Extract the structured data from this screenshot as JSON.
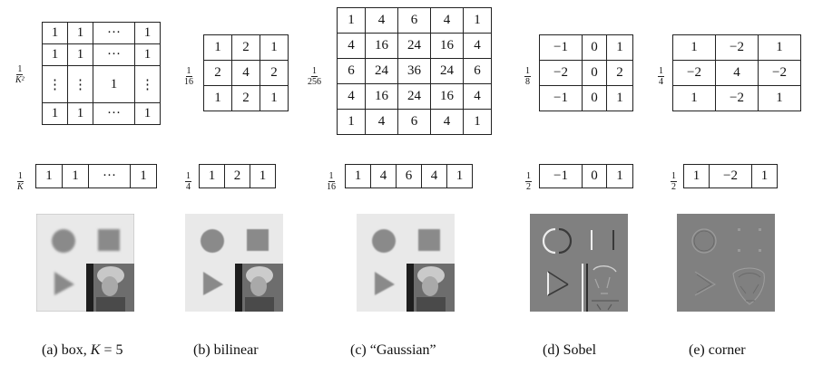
{
  "panels": [
    {
      "id": "box",
      "kernel2d": {
        "scale_num": "1",
        "scale_den": "K²",
        "rows": [
          [
            "1",
            "1",
            "···",
            "1"
          ],
          [
            "1",
            "1",
            "···",
            "1"
          ],
          [
            "⋮",
            "⋮",
            "1",
            "⋮"
          ],
          [
            "1",
            "1",
            "···",
            "1"
          ]
        ]
      },
      "kernel1d": {
        "scale_num": "1",
        "scale_den": "K",
        "cells": [
          "1",
          "1",
          "···",
          "1"
        ]
      },
      "caption_pre": "(a) box, ",
      "caption_var": "K",
      "caption_post": " = 5"
    },
    {
      "id": "bilinear",
      "kernel2d": {
        "scale_num": "1",
        "scale_den": "16",
        "rows": [
          [
            "1",
            "2",
            "1"
          ],
          [
            "2",
            "4",
            "2"
          ],
          [
            "1",
            "2",
            "1"
          ]
        ]
      },
      "kernel1d": {
        "scale_num": "1",
        "scale_den": "4",
        "cells": [
          "1",
          "2",
          "1"
        ]
      },
      "caption": "(b) bilinear"
    },
    {
      "id": "gaussian",
      "kernel2d": {
        "scale_num": "1",
        "scale_den": "256",
        "rows": [
          [
            "1",
            "4",
            "6",
            "4",
            "1"
          ],
          [
            "4",
            "16",
            "24",
            "16",
            "4"
          ],
          [
            "6",
            "24",
            "36",
            "24",
            "6"
          ],
          [
            "4",
            "16",
            "24",
            "16",
            "4"
          ],
          [
            "1",
            "4",
            "6",
            "4",
            "1"
          ]
        ]
      },
      "kernel1d": {
        "scale_num": "1",
        "scale_den": "16",
        "cells": [
          "1",
          "4",
          "6",
          "4",
          "1"
        ]
      },
      "caption": "(c) “Gaussian”"
    },
    {
      "id": "sobel",
      "kernel2d": {
        "scale_num": "1",
        "scale_den": "8",
        "rows": [
          [
            "−1",
            "0",
            "1"
          ],
          [
            "−2",
            "0",
            "2"
          ],
          [
            "−1",
            "0",
            "1"
          ]
        ]
      },
      "kernel1d": {
        "scale_num": "1",
        "scale_den": "2",
        "cells": [
          "−1",
          "0",
          "1"
        ]
      },
      "caption": "(d) Sobel"
    },
    {
      "id": "corner",
      "kernel2d": {
        "scale_num": "1",
        "scale_den": "4",
        "rows": [
          [
            "1",
            "−2",
            "1"
          ],
          [
            "−2",
            "4",
            "−2"
          ],
          [
            "1",
            "−2",
            "1"
          ]
        ]
      },
      "kernel1d": {
        "scale_num": "1",
        "scale_den": "2",
        "cells": [
          "1",
          "−2",
          "1"
        ]
      },
      "caption": "(e) corner"
    }
  ],
  "colors": {
    "smooth_bg": "#e9e9e9",
    "smooth_shape": "#888888",
    "edge_bg": "#808080"
  }
}
